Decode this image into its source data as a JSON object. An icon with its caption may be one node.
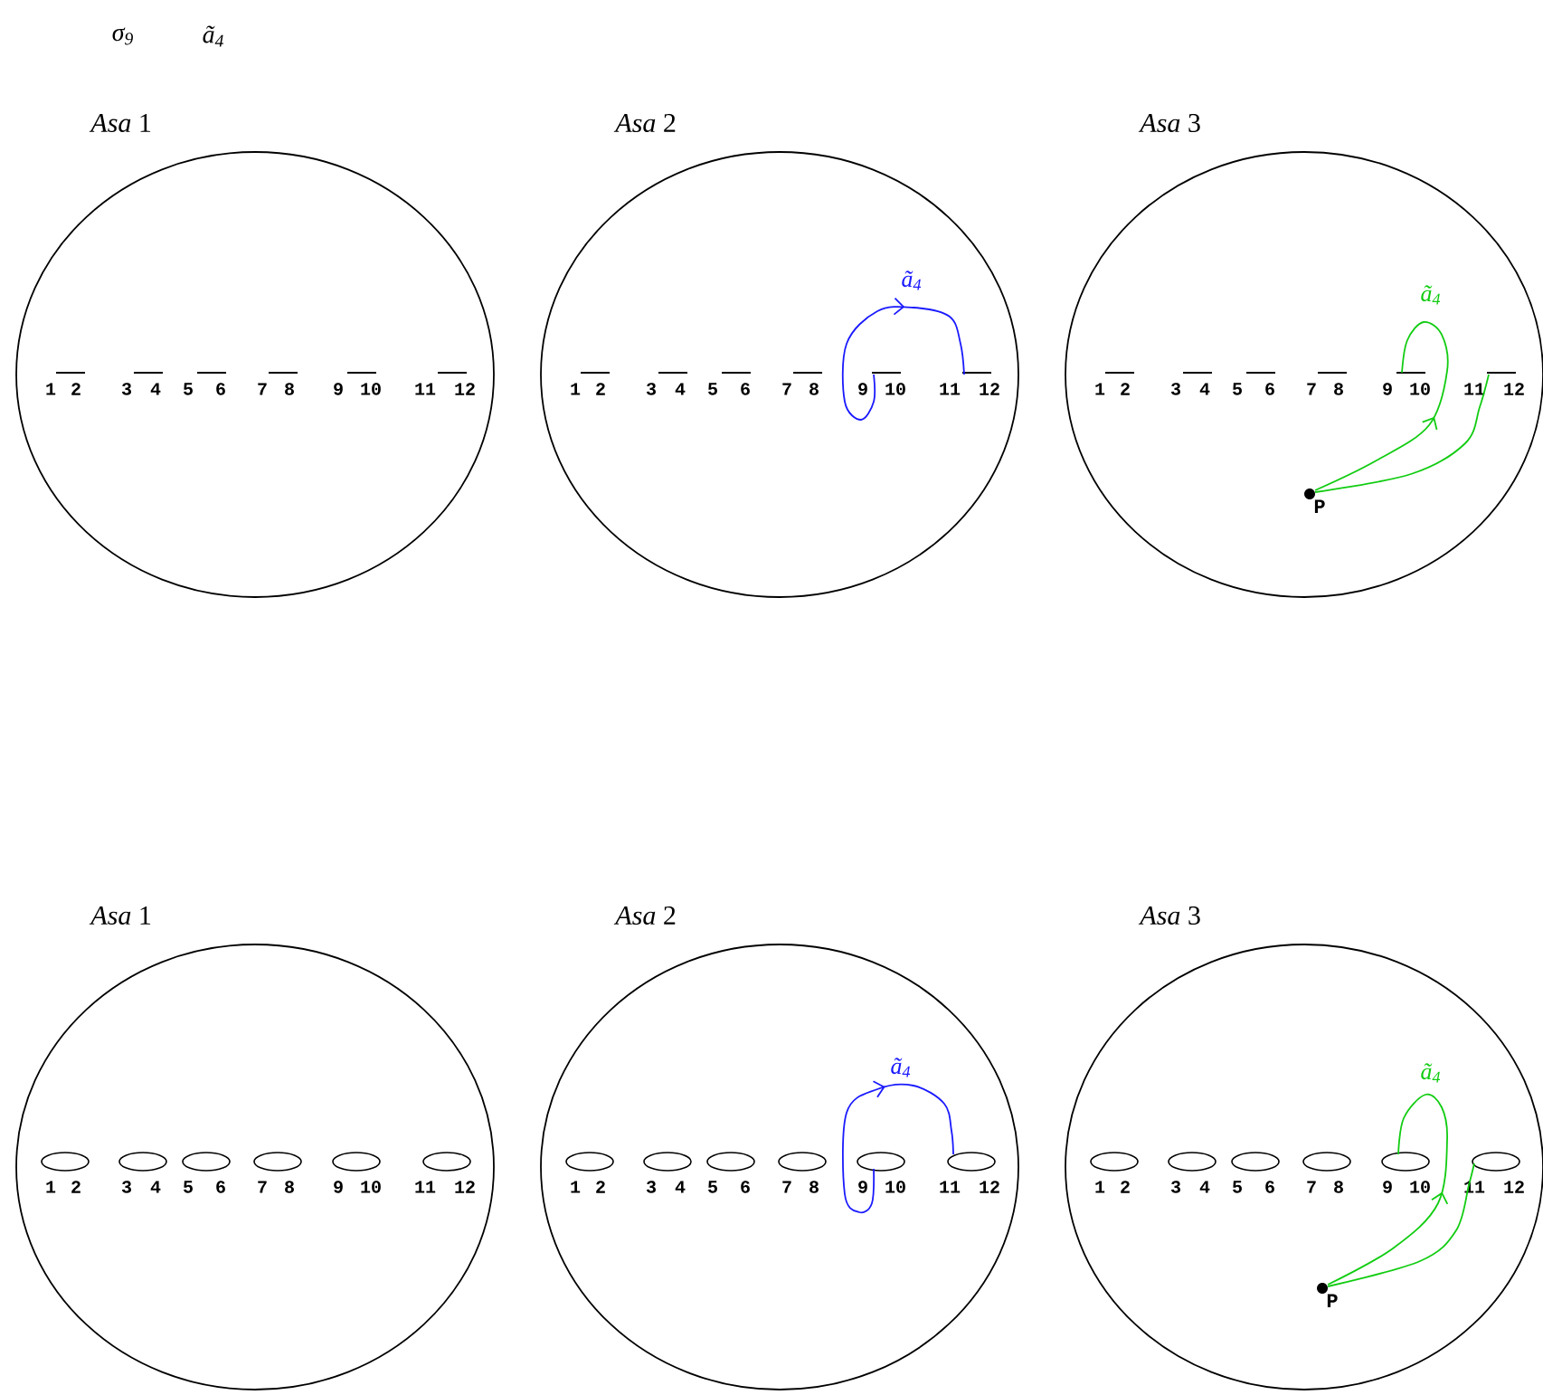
{
  "diagram": {
    "nodes": [
      {
        "text": [
          "*Asa* 1"
        ]
      },
      {
        "text": [],
        "shape": "bar",
        "in": 0,
        "beside": [
          "1",
          "2"
        ]
      },
      {
        "text": [],
        "shape": "bar",
        "in": 0,
        "beside": [
          "3",
          "4"
        ]
      },
      {
        "text": [],
        "shape": "bar",
        "in": 0,
        "beside": [
          "5",
          "6"
        ]
      },
      {
        "text": [],
        "shape": "bar",
        "in": 0,
        "beside": [
          "7",
          "8"
        ]
      },
      {
        "text": [],
        "shape": "bar",
        "in": 0,
        "beside": [
          "9",
          "10"
        ]
      },
      {
        "text": [],
        "shape": "bar",
        "in": 0,
        "beside": [
          "11",
          "12"
        ]
      },
      {
        "text": [
          "*Asa* 2"
        ]
      },
      {
        "text": [],
        "shape": "bar",
        "in": 7,
        "beside": [
          "1",
          "2"
        ]
      },
      {
        "text": [],
        "shape": "bar",
        "in": 7,
        "beside": [
          "3",
          "4"
        ]
      },
      {
        "text": [],
        "shape": "bar",
        "in": 7,
        "beside": [
          "5",
          "6"
        ]
      },
      {
        "text": [],
        "shape": "bar",
        "in": 7,
        "beside": [
          "7",
          "8"
        ]
      },
      {
        "text": [],
        "shape": "bar",
        "in": 7,
        "beside": [
          "9",
          "10"
        ]
      },
      {
        "text": [],
        "shape": "bar",
        "in": 7,
        "beside": [
          "11",
          "12"
        ]
      },
      {
        "text": [
          "*Asa* 3"
        ]
      },
      {
        "text": [],
        "shape": "bar",
        "in": 14,
        "beside": [
          "1",
          "2"
        ]
      },
      {
        "text": [],
        "shape": "bar",
        "in": 14,
        "beside": [
          "3",
          "4"
        ]
      },
      {
        "text": [],
        "shape": "bar",
        "in": 14,
        "beside": [
          "5",
          "6"
        ]
      },
      {
        "text": [],
        "shape": "bar",
        "in": 14,
        "beside": [
          "7",
          "8"
        ]
      },
      {
        "text": [],
        "shape": "bar",
        "in": 14,
        "beside": [
          "9",
          "10"
        ]
      },
      {
        "text": [],
        "shape": "bar",
        "in": 14,
        "beside": [
          "11",
          "12"
        ]
      },
      {
        "text": [
          "P"
        ],
        "in": 14
      },
      {
        "text": [
          "*Asa* 1"
        ]
      },
      {
        "text": [],
        "shape": "ellipse",
        "in": 22,
        "beside": [
          "1",
          "2"
        ]
      },
      {
        "text": [],
        "shape": "ellipse",
        "in": 22,
        "beside": [
          "3",
          "4"
        ]
      },
      {
        "text": [],
        "shape": "ellipse",
        "in": 22,
        "beside": [
          "5",
          "6"
        ]
      },
      {
        "text": [],
        "shape": "ellipse",
        "in": 22,
        "beside": [
          "7",
          "8"
        ]
      },
      {
        "text": [],
        "shape": "ellipse",
        "in": 22,
        "beside": [
          "9",
          "10"
        ]
      },
      {
        "text": [],
        "shape": "ellipse",
        "in": 22,
        "beside": [
          "11",
          "12"
        ]
      },
      {
        "text": [
          "*Asa* 2"
        ]
      },
      {
        "text": [],
        "shape": "ellipse",
        "in": 29,
        "beside": [
          "1",
          "2"
        ]
      },
      {
        "text": [],
        "shape": "ellipse",
        "in": 29,
        "beside": [
          "3",
          "4"
        ]
      },
      {
        "text": [],
        "shape": "ellipse",
        "in": 29,
        "beside": [
          "5",
          "6"
        ]
      },
      {
        "text": [],
        "shape": "ellipse",
        "in": 29,
        "beside": [
          "7",
          "8"
        ]
      },
      {
        "text": [],
        "shape": "ellipse",
        "in": 29,
        "beside": [
          "9",
          "10"
        ]
      },
      {
        "text": [],
        "shape": "ellipse",
        "in": 29,
        "beside": [
          "11",
          "12"
        ]
      },
      {
        "text": [
          "*Asa* 3"
        ]
      },
      {
        "text": [],
        "shape": "ellipse",
        "in": 36,
        "beside": [
          "1",
          "2"
        ]
      },
      {
        "text": [],
        "shape": "ellipse",
        "in": 36,
        "beside": [
          "3",
          "4"
        ]
      },
      {
        "text": [],
        "shape": "ellipse",
        "in": 36,
        "beside": [
          "5",
          "6"
        ]
      },
      {
        "text": [],
        "shape": "ellipse",
        "in": 36,
        "beside": [
          "7",
          "8"
        ]
      },
      {
        "text": [],
        "shape": "ellipse",
        "in": 36,
        "beside": [
          "9",
          "10"
        ]
      },
      {
        "text": [],
        "shape": "ellipse",
        "in": 36,
        "beside": [
          "11",
          "12"
        ]
      },
      {
        "text": [
          "P"
        ],
        "in": 36
      }
    ],
    "edges": [
      {
        "from": 12,
        "to": 13,
        "arrow": "to",
        "label": "ã$_{4}$",
        "color": "#1a1aff"
      },
      {
        "from": 21,
        "to": 19,
        "arrow": "to",
        "label": "ã$_{4}$",
        "color": "#11cc11"
      },
      {
        "from": 21,
        "to": 20,
        "arrow": "none",
        "color": "#11cc11"
      },
      {
        "from": 34,
        "to": 35,
        "arrow": "to",
        "label": "ã$_{4}$",
        "color": "#1a1aff"
      },
      {
        "from": 43,
        "to": 41,
        "arrow": "to",
        "label": "ã$_{4}$",
        "color": "#11cc11"
      },
      {
        "from": 43,
        "to": 42,
        "arrow": "none",
        "color": "#11cc11"
      }
    ],
    "labels": [
      "σ$_{9}$",
      "ã$_{4}$"
    ]
  }
}
